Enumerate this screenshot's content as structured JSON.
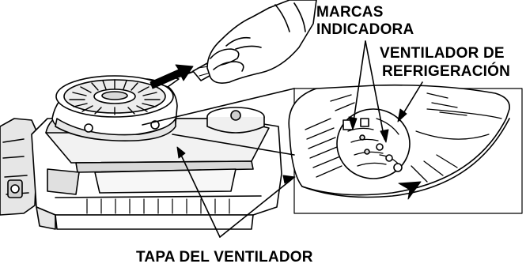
{
  "labels": {
    "marcas_line1": "MARCAS",
    "marcas_line2": "INDICADORA",
    "ventilador_line1": "VENTILADOR DE",
    "ventilador_line2": "REFRIGERACIÓN",
    "tapa": "TAPA DEL VENTILADOR"
  },
  "colors": {
    "ink": "#000000",
    "paper": "#ffffff",
    "shade": "#d9d9d9"
  },
  "icons": [
    "pull-arrow-icon",
    "detail-arrow-icon"
  ]
}
